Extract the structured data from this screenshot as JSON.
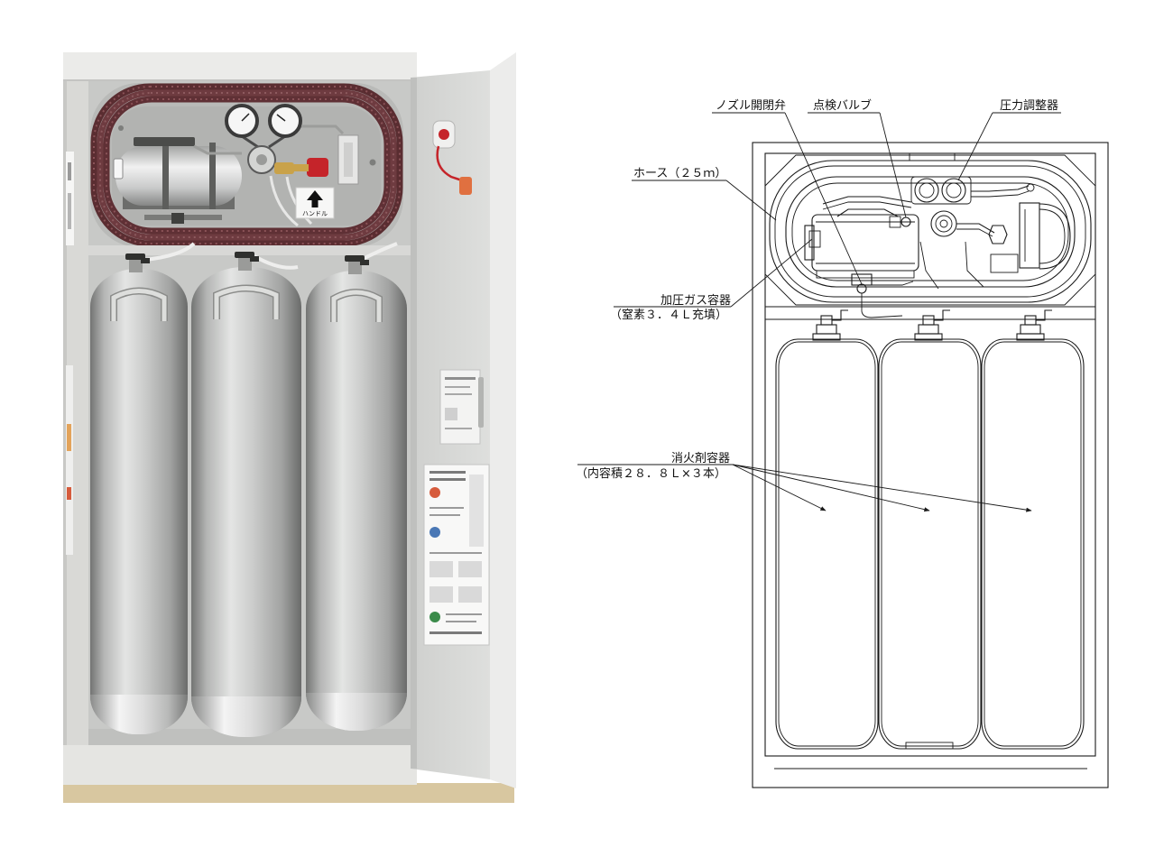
{
  "photo": {
    "handle_label": "ハンドル"
  },
  "drawing": {
    "labels": {
      "nozzle_valve": "ノズル開閉弁",
      "inspection_valve": "点検バルブ",
      "pressure_regulator": "圧力調整器",
      "hose": "ホース（２５ｍ）",
      "pressurized_gas_container": "加圧ガス容器",
      "pressurized_gas_note": "（窒素３．４Ｌ充填）",
      "agent_container": "消火剤容器",
      "agent_container_note": "（内容積２８．８Ｌ×３本）"
    }
  }
}
